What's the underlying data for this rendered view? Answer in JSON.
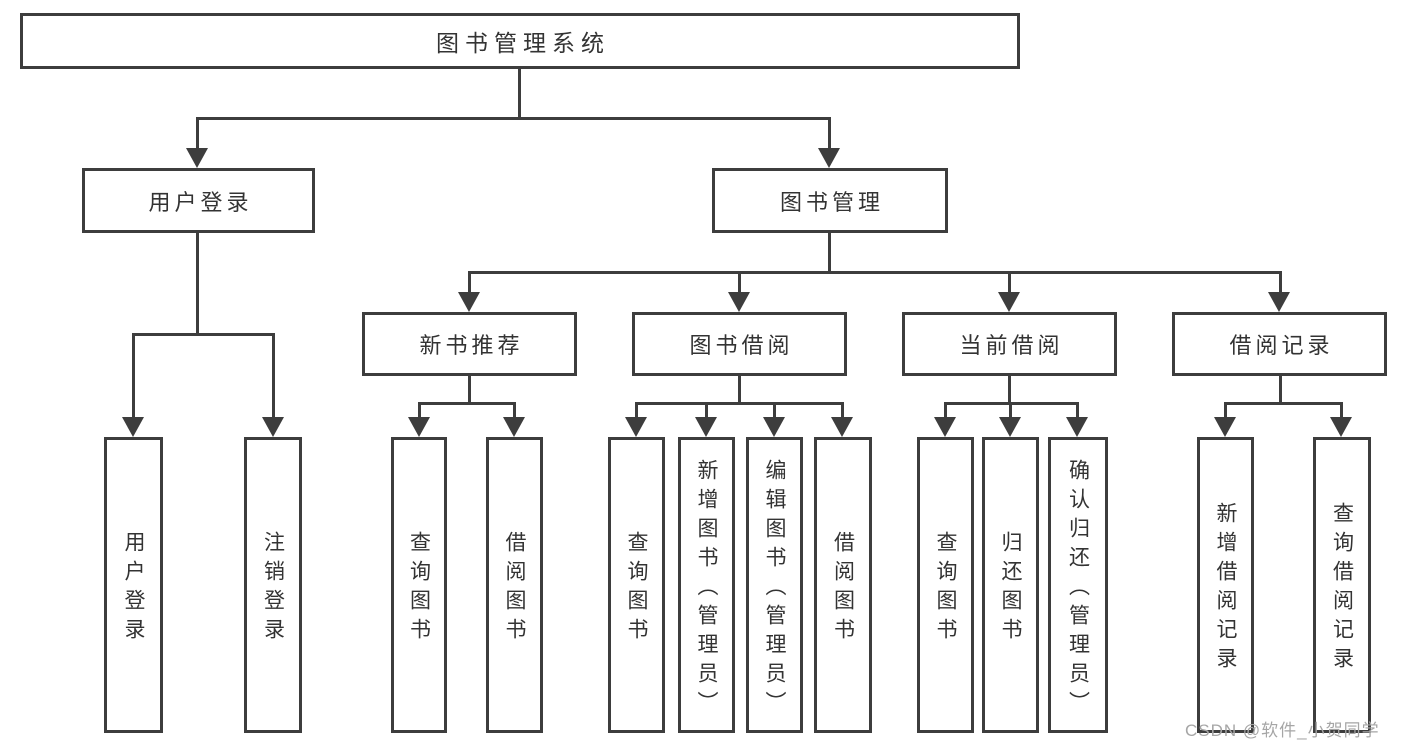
{
  "diagram": {
    "type": "tree",
    "title": "图书管理系统",
    "root": {
      "label": "图书管理系统",
      "children": [
        {
          "label": "用户登录",
          "children": [
            {
              "label": "用户登录"
            },
            {
              "label": "注销登录"
            }
          ]
        },
        {
          "label": "图书管理",
          "children": [
            {
              "label": "新书推荐",
              "children": [
                {
                  "label": "查询图书"
                },
                {
                  "label": "借阅图书"
                }
              ]
            },
            {
              "label": "图书借阅",
              "children": [
                {
                  "label": "查询图书"
                },
                {
                  "label": "新增图书（管理员）"
                },
                {
                  "label": "编辑图书（管理员）"
                },
                {
                  "label": "借阅图书"
                }
              ]
            },
            {
              "label": "当前借阅",
              "children": [
                {
                  "label": "查询图书"
                },
                {
                  "label": "归还图书"
                },
                {
                  "label": "确认归还（管理员）"
                }
              ]
            },
            {
              "label": "借阅记录",
              "children": [
                {
                  "label": "新增借阅记录"
                },
                {
                  "label": "查询借阅记录"
                }
              ]
            }
          ]
        }
      ]
    },
    "colors": {
      "line": "#3d3d3d",
      "text": "#333333",
      "background": "#ffffff",
      "watermark": "#a6a6a6"
    }
  },
  "watermark": {
    "text": "CSDN @软件_小贺同学"
  }
}
